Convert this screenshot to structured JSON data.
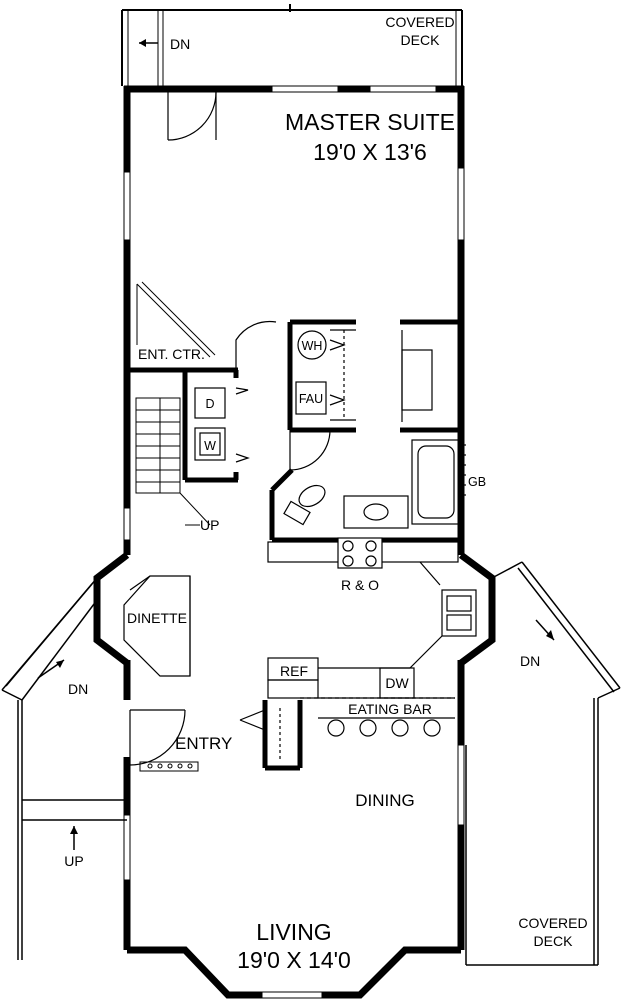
{
  "rooms": {
    "master_suite": {
      "name": "MASTER SUITE",
      "dims": "19'0 X 13'6"
    },
    "living": {
      "name": "LIVING",
      "dims": "19'0 X 14'0"
    },
    "dining": {
      "name": "DINING"
    },
    "entry": {
      "name": "ENTRY"
    },
    "dinette": {
      "name": "DINETTE"
    },
    "covered_deck_top": {
      "line1": "COVERED",
      "line2": "DECK"
    },
    "covered_deck_bottom": {
      "line1": "COVERED",
      "line2": "DECK"
    }
  },
  "fixtures": {
    "ent_ctr": "ENT. CTR.",
    "water_heater": "WH",
    "furnace": "FAU",
    "dryer": "D",
    "washer": "W",
    "grab_bar": "GB",
    "range_oven": "R & O",
    "refrigerator": "REF",
    "dishwasher": "DW",
    "eating_bar": "EATING BAR"
  },
  "stairs": {
    "top_deck_dn": "DN",
    "interior_up": "UP",
    "left_deck_dn": "DN",
    "right_deck_dn": "DN",
    "front_up": "UP"
  },
  "colors": {
    "wall": "#000000",
    "background": "#ffffff"
  }
}
